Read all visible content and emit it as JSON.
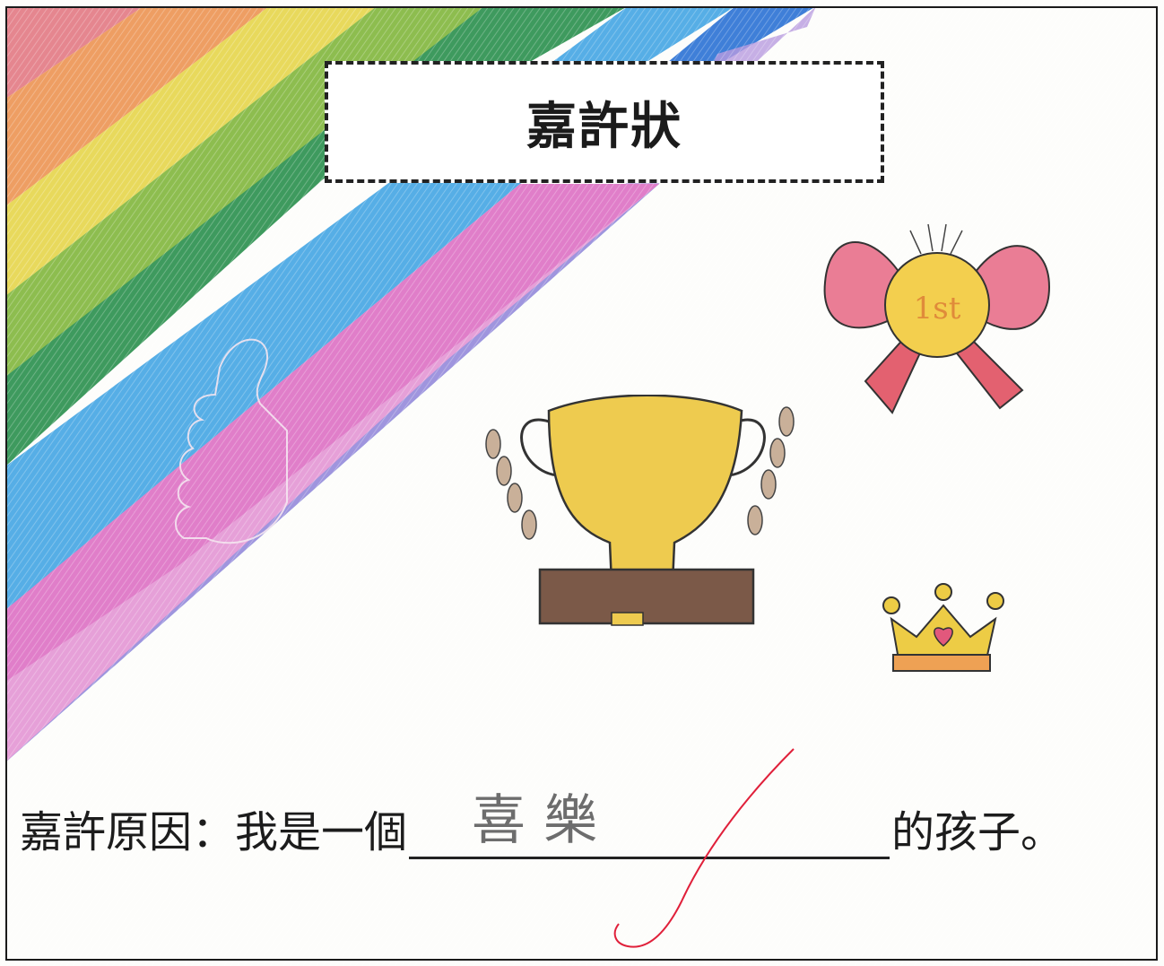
{
  "certificate": {
    "title": "嘉許狀",
    "reason_prefix": "嘉許原因：我是一個",
    "handwritten_answer": "喜樂",
    "reason_suffix": "的孩子。"
  },
  "rosette": {
    "label": "1st"
  },
  "colors": {
    "rainbow": [
      "#e98e6f",
      "#f0d44f",
      "#3f9a5b",
      "#4e9fe0",
      "#3d78d6",
      "#e07ac8",
      "#f1a3d6"
    ],
    "trophy": "#e8c84a",
    "trophy_base": "#7a5846",
    "bow": "#ea6b8b",
    "crown": "#efcf45",
    "teacher_tick": "#e0203a"
  },
  "icons": [
    "rainbow-drawing",
    "trophy-icon",
    "wheat-laurel-icon",
    "rosette-ribbon-icon",
    "crown-icon",
    "heart-icon",
    "thumbs-up-icon",
    "check-mark-icon"
  ]
}
